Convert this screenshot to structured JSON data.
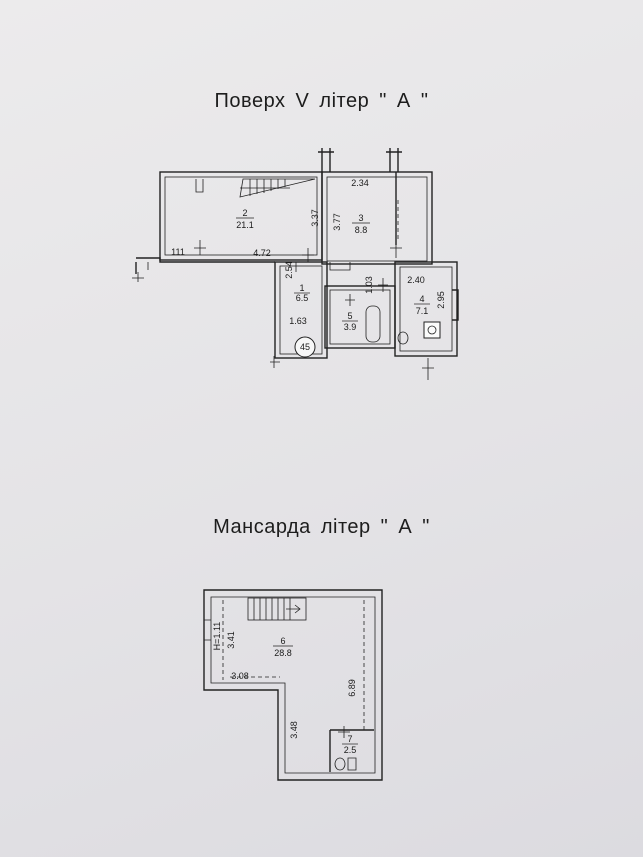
{
  "floor5": {
    "title": "Поверх V літер \" А \"",
    "rooms": [
      {
        "num": "2",
        "area": "21.1"
      },
      {
        "num": "3",
        "area": "8.8"
      },
      {
        "num": "1",
        "area": "6.5"
      },
      {
        "num": "5",
        "area": "3.9"
      },
      {
        "num": "4",
        "area": "7.1"
      }
    ],
    "dims": [
      "2.34",
      "3.37",
      "3.77",
      "111",
      "4.72",
      "2.54",
      "1.03",
      "2.40",
      "2.95",
      "1.63"
    ],
    "stair_mark": "45"
  },
  "attic": {
    "title": "Мансарда літер \" А \"",
    "rooms": [
      {
        "num": "6",
        "area": "28.8"
      },
      {
        "num": "7",
        "area": "2.5"
      }
    ],
    "dims": [
      "H=1.11",
      "3.41",
      "3.08",
      "6.89",
      "3.48"
    ]
  }
}
